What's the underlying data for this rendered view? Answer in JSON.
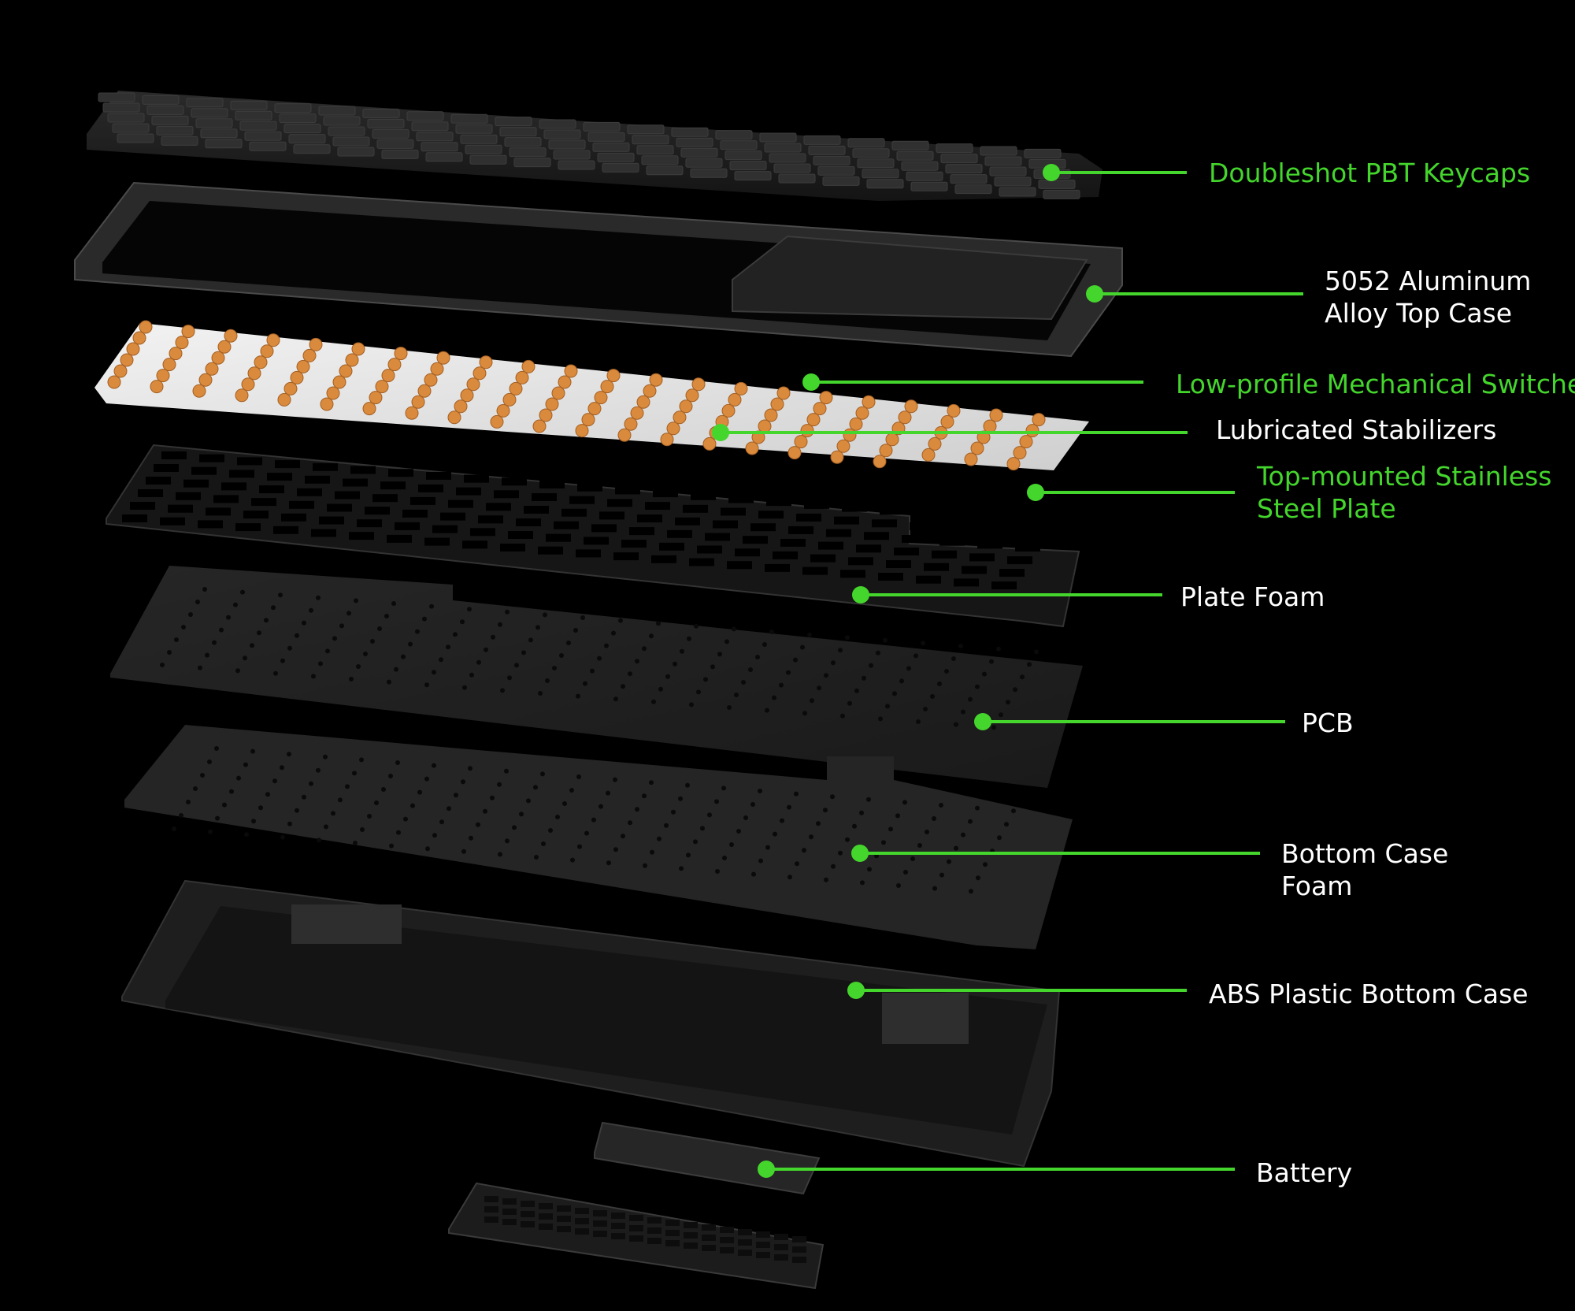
{
  "colors": {
    "background": "#000000",
    "accent_green": "#44d62c",
    "label_white": "#ffffff",
    "switch_orange": "#d98a3c"
  },
  "callouts": [
    {
      "id": "keycaps",
      "lines": [
        "Doubleshot PBT Keycaps"
      ],
      "color": "#44d62c"
    },
    {
      "id": "top-case",
      "lines": [
        "5052 Aluminum",
        "Alloy Top Case"
      ],
      "color": "#ffffff"
    },
    {
      "id": "switches",
      "lines": [
        "Low-profile Mechanical Switches"
      ],
      "color": "#44d62c"
    },
    {
      "id": "stabilizers",
      "lines": [
        "Lubricated Stabilizers"
      ],
      "color": "#ffffff"
    },
    {
      "id": "steel-plate",
      "lines": [
        "Top-mounted Stainless",
        "Steel Plate"
      ],
      "color": "#44d62c"
    },
    {
      "id": "plate-foam",
      "lines": [
        "Plate Foam"
      ],
      "color": "#ffffff"
    },
    {
      "id": "pcb",
      "lines": [
        "PCB"
      ],
      "color": "#ffffff"
    },
    {
      "id": "bottom-foam",
      "lines": [
        "Bottom Case",
        "Foam"
      ],
      "color": "#ffffff"
    },
    {
      "id": "bottom-case",
      "lines": [
        "ABS Plastic Bottom Case"
      ],
      "color": "#ffffff"
    },
    {
      "id": "battery",
      "lines": [
        "Battery"
      ],
      "color": "#ffffff"
    }
  ],
  "layers": [
    {
      "id": "keycaps",
      "name": "keycaps-layer"
    },
    {
      "id": "top-case",
      "name": "top-case-layer"
    },
    {
      "id": "switch-plate",
      "name": "switches-layer"
    },
    {
      "id": "steel-plate",
      "name": "steel-plate-layer"
    },
    {
      "id": "plate-foam",
      "name": "plate-foam-layer"
    },
    {
      "id": "pcb",
      "name": "pcb-layer"
    },
    {
      "id": "bottom-foam",
      "name": "bottom-foam-layer"
    },
    {
      "id": "bottom-case",
      "name": "bottom-case-layer"
    },
    {
      "id": "battery",
      "name": "battery-layer"
    },
    {
      "id": "battery-cover",
      "name": "battery-cover-layer"
    }
  ]
}
